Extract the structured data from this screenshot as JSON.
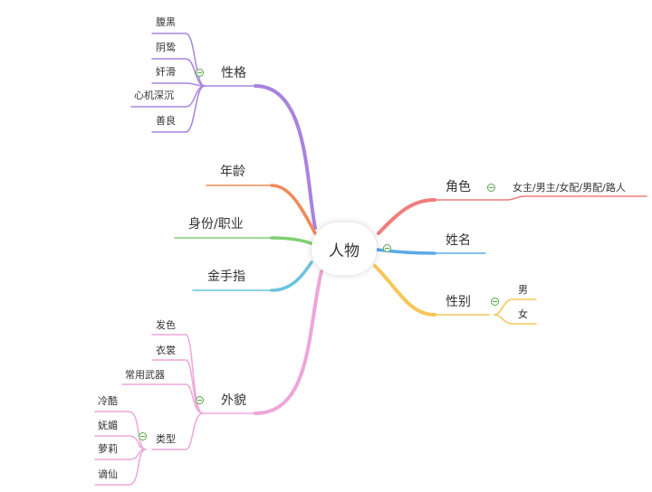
{
  "root": {
    "label": "人物"
  },
  "branches": {
    "personality": {
      "label": "性格",
      "color": "#a983df",
      "children": [
        "腹黑",
        "阴鸷",
        "奸滑",
        "心机深沉",
        "善良"
      ]
    },
    "age": {
      "label": "年龄",
      "color": "#f08a58"
    },
    "identity": {
      "label": "身份/职业",
      "color": "#7fcf72"
    },
    "cheat": {
      "label": "金手指",
      "color": "#6cc3dc"
    },
    "appearance": {
      "label": "外貌",
      "color": "#eea6d9",
      "children": [
        "发色",
        "衣裳",
        "常用武器"
      ],
      "type_group": {
        "label": "类型",
        "children": [
          "冷酷",
          "妩媚",
          "萝莉",
          "谪仙"
        ]
      }
    },
    "role": {
      "label": "角色",
      "color": "#f27c7c",
      "children": [
        "女主/男主/女配/男配/路人"
      ]
    },
    "name": {
      "label": "姓名",
      "color": "#5aa9e6"
    },
    "gender": {
      "label": "性别",
      "color": "#f6c659",
      "children": [
        "男",
        "女"
      ]
    }
  }
}
